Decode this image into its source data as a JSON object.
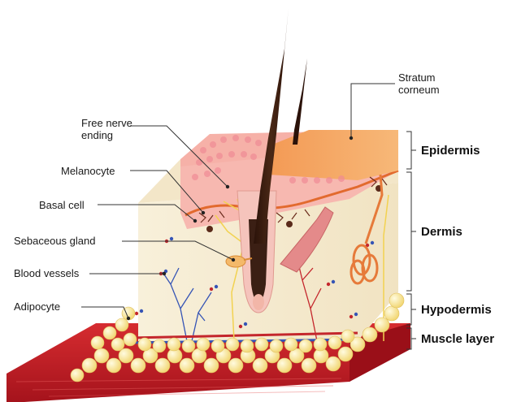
{
  "labels": {
    "stratum_corneum_line1": "Stratum",
    "stratum_corneum_line2": "corneum",
    "free_nerve_line1": "Free nerve",
    "free_nerve_line2": "ending",
    "melanocyte": "Melanocyte",
    "basal_cell": "Basal cell",
    "sebaceous_gland": "Sebaceous gland",
    "blood_vessels": "Blood vessels",
    "adipocyte": "Adipocyte"
  },
  "layers": {
    "epidermis": "Epidermis",
    "dermis": "Dermis",
    "hypodermis": "Hypodermis",
    "muscle_layer": "Muscle layer"
  },
  "colors": {
    "epidermis_top": "#f4a267",
    "epidermis_skin": "#f7b8b0",
    "dermis": "#f6ebd2",
    "fat": "#f7e39a",
    "muscle": "#c8202a",
    "hair": "#3b1f14",
    "leader_line": "#333333"
  }
}
